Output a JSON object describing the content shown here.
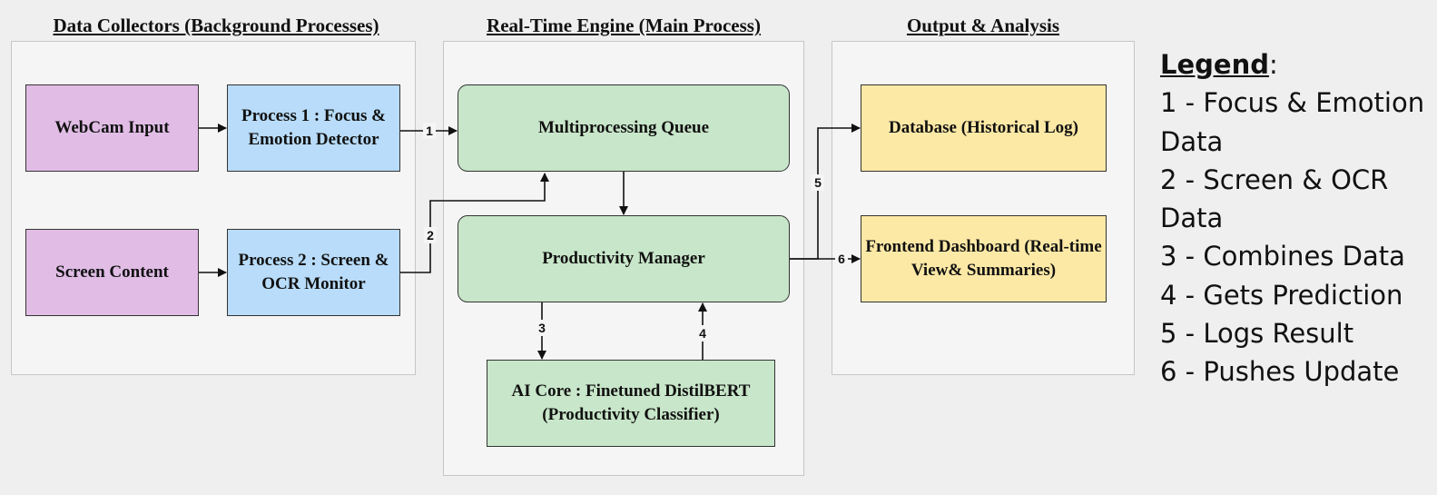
{
  "groups": {
    "collectors": {
      "title": "Data Collectors (Background Processes)"
    },
    "engine": {
      "title": "Real-Time Engine (Main Process)"
    },
    "output": {
      "title": "Output & Analysis"
    }
  },
  "nodes": {
    "webcam": "WebCam Input",
    "screen_content": "Screen Content",
    "process1": "Process 1 : Focus & Emotion Detector",
    "process2": "Process 2 : Screen & OCR Monitor",
    "queue": "Multiprocessing Queue",
    "manager": "Productivity Manager",
    "ai_core": "AI Core : Finetuned DistilBERT (Productivity Classifier)",
    "database": "Database (Historical Log)",
    "dashboard": "Frontend Dashboard (Real-time View& Summaries)"
  },
  "edges": [
    {
      "label": "1"
    },
    {
      "label": "2"
    },
    {
      "label": "3"
    },
    {
      "label": "4"
    },
    {
      "label": "5"
    },
    {
      "label": "6"
    }
  ],
  "legend": {
    "title": "Legend",
    "title_suffix": ":",
    "items": [
      "1 - Focus & Emotion Data",
      "2 - Screen & OCR Data",
      "3 - Combines Data",
      "4 - Gets Prediction",
      "5 - Logs Result",
      "6 - Pushes Update"
    ]
  },
  "colors": {
    "input": "#e1bde6",
    "process": "#b8dcfa",
    "engine": "#c8e6c9",
    "output": "#fde9a6"
  }
}
